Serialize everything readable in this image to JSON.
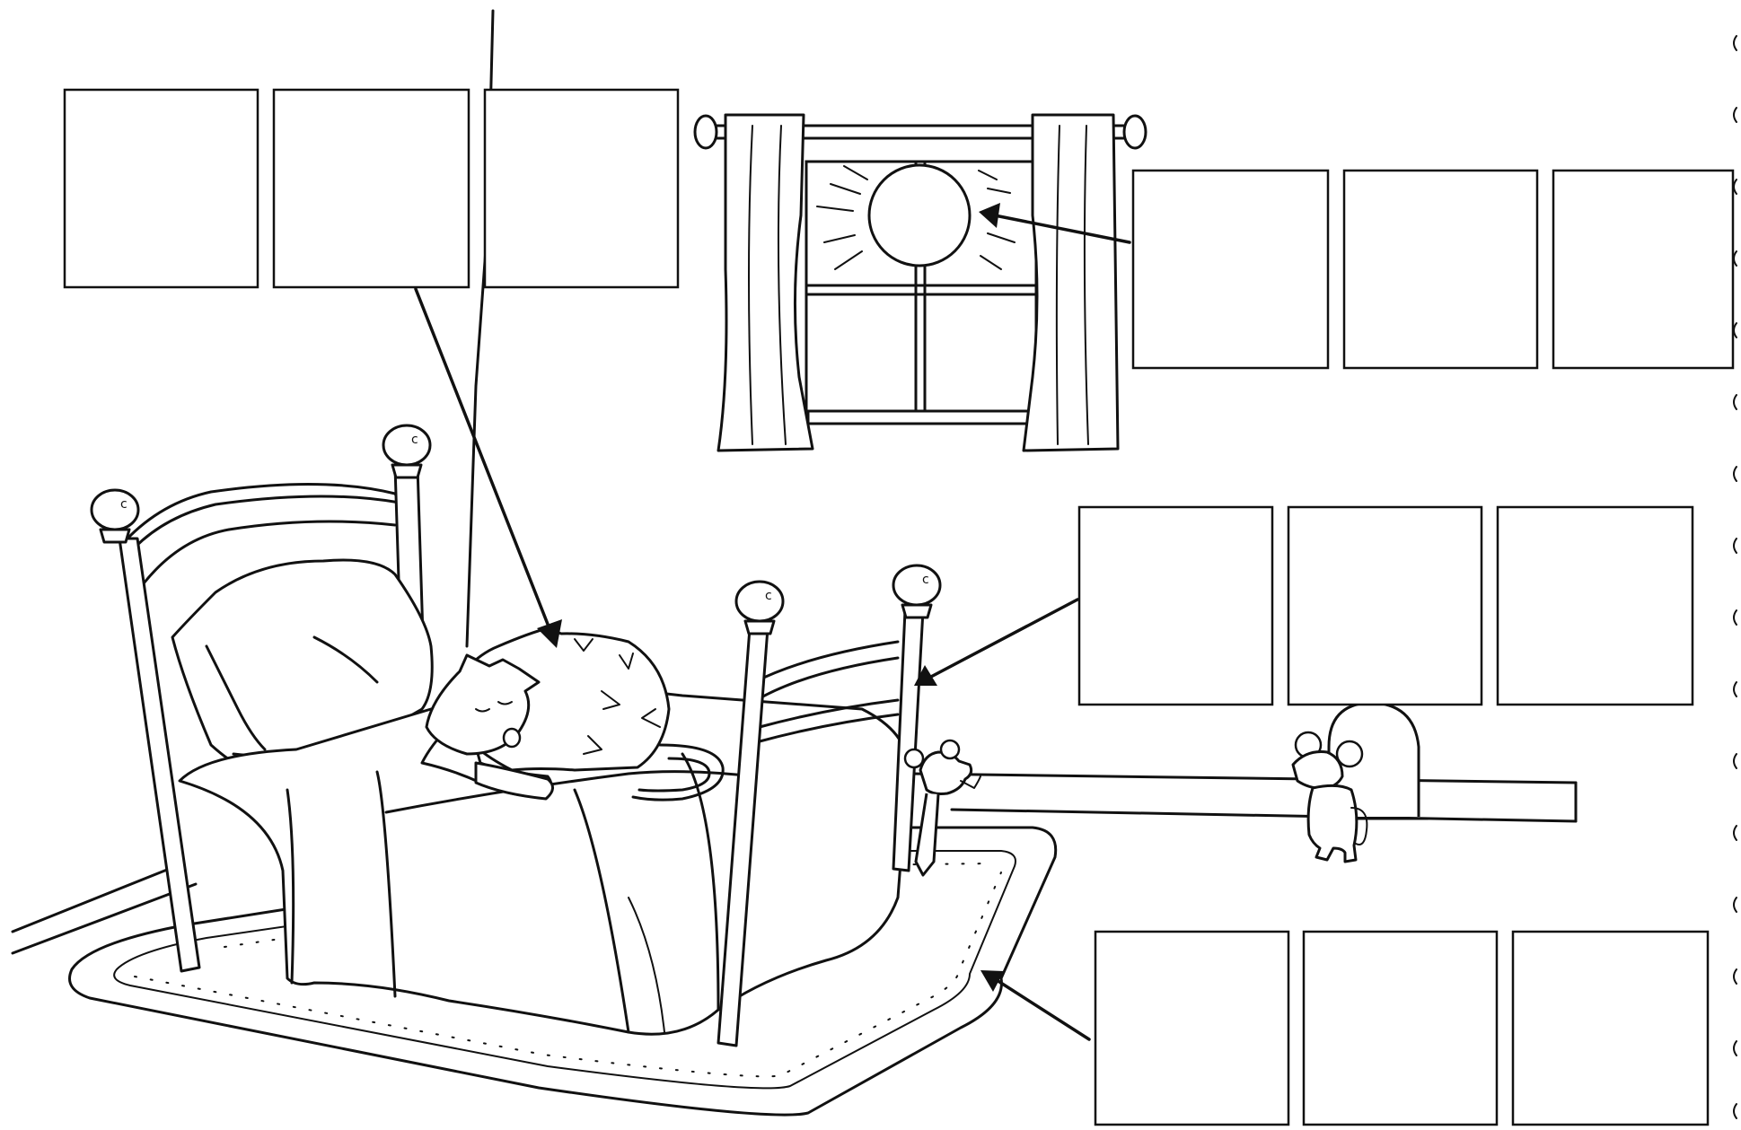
{
  "worksheet": {
    "knob_letter": "c",
    "label_groups": [
      {
        "name": "cat-word",
        "boxes": 3,
        "target": "cat"
      },
      {
        "name": "sun-word",
        "boxes": 3,
        "target": "sun"
      },
      {
        "name": "bed-word",
        "boxes": 3,
        "target": "bed"
      },
      {
        "name": "rug-word",
        "boxes": 3,
        "target": "rug"
      }
    ]
  }
}
